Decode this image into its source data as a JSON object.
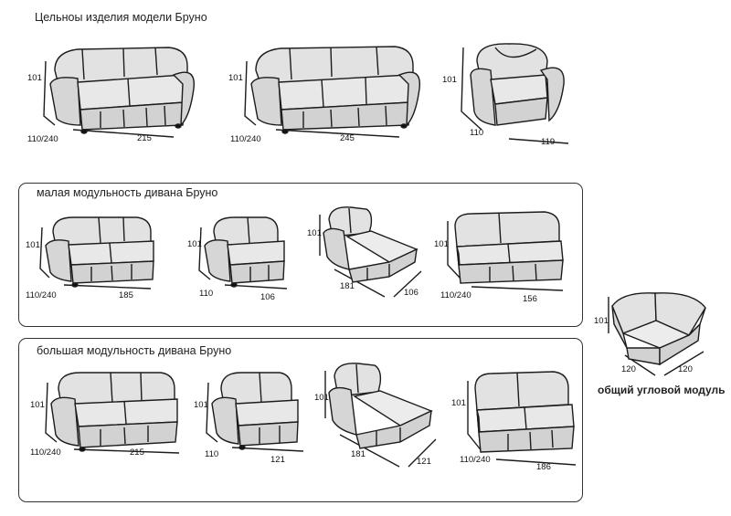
{
  "sections": {
    "solid_title": "Цельноы изделия модели Бруно",
    "small_title": "малая модульность дивана Бруно",
    "large_title": "большая модульность дивана Бруно",
    "corner_caption": "общий угловой модуль"
  },
  "dimensions": {
    "solid": [
      {
        "height": "101",
        "depth": "110/240",
        "width": "215"
      },
      {
        "height": "101",
        "depth": "110/240",
        "width": "245"
      },
      {
        "height": "101",
        "depth": "110",
        "width": "119"
      }
    ],
    "small": [
      {
        "height": "101",
        "depth": "110/240",
        "width": "185"
      },
      {
        "height": "101",
        "depth": "110",
        "width": "106"
      },
      {
        "height": "101",
        "depth": "181",
        "width": "106"
      },
      {
        "height": "101",
        "depth": "110/240",
        "width": "156"
      }
    ],
    "large": [
      {
        "height": "101",
        "depth": "110/240",
        "width": "215"
      },
      {
        "height": "101",
        "depth": "110",
        "width": "121"
      },
      {
        "height": "101",
        "depth": "181",
        "width": "121"
      },
      {
        "height": "101",
        "depth": "110/240",
        "width": "186"
      }
    ],
    "corner": {
      "height": "101",
      "depth": "120",
      "width": "120"
    }
  },
  "colors": {
    "upholstery": "#e2e2e2",
    "shade": "#c8c8c8",
    "outline": "#1c1c1c",
    "frame": "#333333"
  }
}
